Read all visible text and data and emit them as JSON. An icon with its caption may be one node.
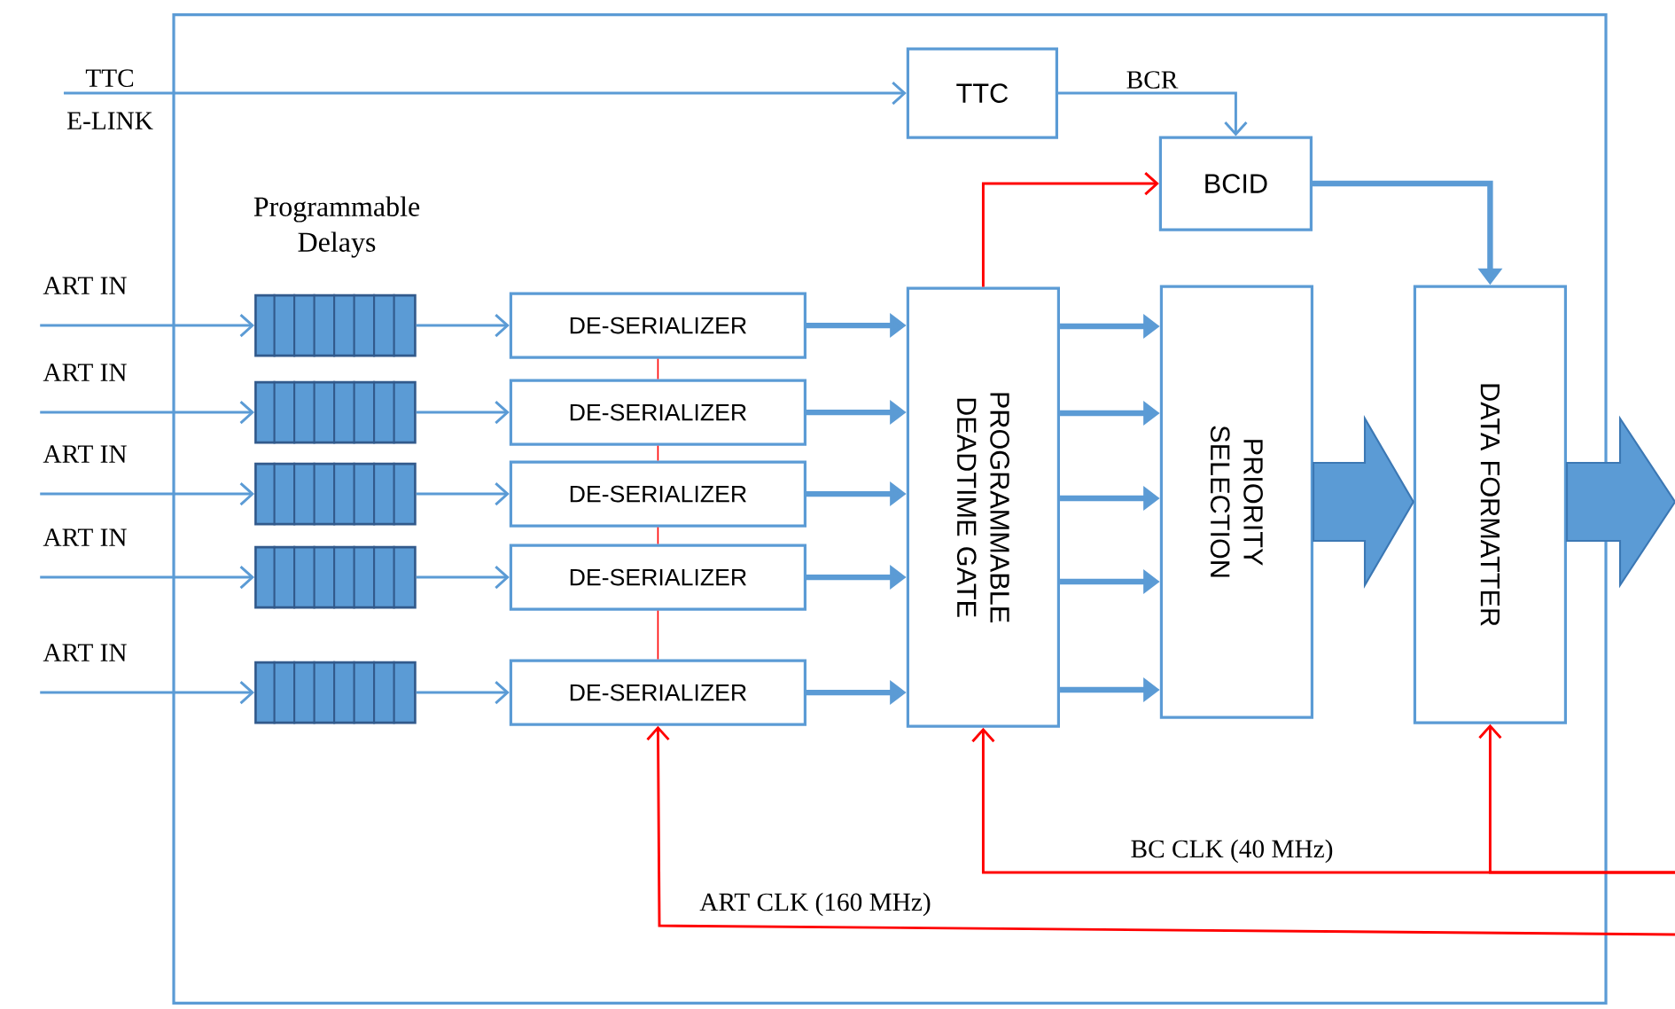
{
  "diagram": {
    "nodes": [
      {
        "text": [],
        "shape": "box"
      },
      {
        "text": [
          "TTC",
          "E-LINK"
        ]
      },
      {
        "text": [
          "TTC"
        ],
        "in": 0
      },
      {
        "text": [
          "BCID"
        ],
        "in": 0
      },
      {
        "text": [
          "ART IN"
        ]
      },
      {
        "text": [
          "ART IN"
        ]
      },
      {
        "text": [
          "ART IN"
        ]
      },
      {
        "text": [
          "ART IN"
        ]
      },
      {
        "text": [
          "ART IN"
        ]
      },
      {
        "text": [],
        "shape": "box",
        "in": 0
      },
      {
        "text": [],
        "shape": "box",
        "in": 0
      },
      {
        "text": [],
        "shape": "box",
        "in": 0
      },
      {
        "text": [],
        "shape": "box",
        "in": 0
      },
      {
        "text": [],
        "shape": "box",
        "in": 0
      },
      {
        "text": [
          "DE-SERIALIZER"
        ],
        "in": 0
      },
      {
        "text": [
          "DE-SERIALIZER"
        ],
        "in": 0
      },
      {
        "text": [
          "DE-SERIALIZER"
        ],
        "in": 0
      },
      {
        "text": [
          "DE-SERIALIZER"
        ],
        "in": 0
      },
      {
        "text": [
          "DE-SERIALIZER"
        ],
        "in": 0
      },
      {
        "text": [
          "PROGRAMMABLE DEADTIME GATE"
        ],
        "in": 0
      },
      {
        "text": [
          "PRIORITY SELECTION"
        ],
        "in": 0
      },
      {
        "text": [
          "DATA FORMATTER"
        ],
        "in": 0
      }
    ],
    "edges": [
      {
        "from": 1,
        "to": 2,
        "arrow": "to"
      },
      {
        "from": 2,
        "to": 3,
        "arrow": "to",
        "label": "BCR"
      },
      {
        "from": 19,
        "to": 3,
        "arrow": "to",
        "color": "#ff0000"
      },
      {
        "from": 3,
        "to": 21,
        "arrow": "to",
        "style": "thick"
      },
      {
        "from": 4,
        "to": 9,
        "arrow": "to"
      },
      {
        "from": 5,
        "to": 10,
        "arrow": "to"
      },
      {
        "from": 6,
        "to": 11,
        "arrow": "to"
      },
      {
        "from": 7,
        "to": 12,
        "arrow": "to"
      },
      {
        "from": 8,
        "to": 13,
        "arrow": "to"
      },
      {
        "from": 9,
        "to": 14,
        "arrow": "to"
      },
      {
        "from": 10,
        "to": 15,
        "arrow": "to"
      },
      {
        "from": 11,
        "to": 16,
        "arrow": "to"
      },
      {
        "from": 12,
        "to": 17,
        "arrow": "to"
      },
      {
        "from": 13,
        "to": 18,
        "arrow": "to"
      },
      {
        "from": 14,
        "to": 19,
        "arrow": "to",
        "style": "thick"
      },
      {
        "from": 15,
        "to": 19,
        "arrow": "to",
        "style": "thick"
      },
      {
        "from": 16,
        "to": 19,
        "arrow": "to",
        "style": "thick"
      },
      {
        "from": 17,
        "to": 19,
        "arrow": "to",
        "style": "thick"
      },
      {
        "from": 18,
        "to": 19,
        "arrow": "to",
        "style": "thick"
      },
      {
        "from": 19,
        "to": 20,
        "arrow": "to",
        "style": "thick"
      },
      {
        "from": 19,
        "to": 20,
        "arrow": "to",
        "style": "thick"
      },
      {
        "from": 19,
        "to": 20,
        "arrow": "to",
        "style": "thick"
      },
      {
        "from": 19,
        "to": 20,
        "arrow": "to",
        "style": "thick"
      },
      {
        "from": 19,
        "to": 20,
        "arrow": "to",
        "style": "thick"
      },
      {
        "from": 20,
        "to": 21,
        "arrow": "to",
        "style": "thick"
      },
      {
        "from": 21,
        "to": null,
        "arrow": "to",
        "style": "thick"
      },
      {
        "from": null,
        "to": 19,
        "arrow": "to",
        "color": "#ff0000",
        "label": "BC CLK (40 MHz)"
      },
      {
        "from": null,
        "to": 21,
        "arrow": "to",
        "color": "#ff0000"
      },
      {
        "from": null,
        "to": 18,
        "arrow": "to",
        "color": "#ff0000",
        "label": "ART CLK (160 MHz)"
      },
      {
        "from": 14,
        "to": 15,
        "arrow": "none",
        "color": "#ff0000"
      },
      {
        "from": 15,
        "to": 16,
        "arrow": "none",
        "color": "#ff0000"
      },
      {
        "from": 16,
        "to": 17,
        "arrow": "none",
        "color": "#ff0000"
      },
      {
        "from": 17,
        "to": 18,
        "arrow": "none",
        "color": "#ff0000"
      }
    ],
    "labels": [
      "Programmable Delays"
    ]
  }
}
